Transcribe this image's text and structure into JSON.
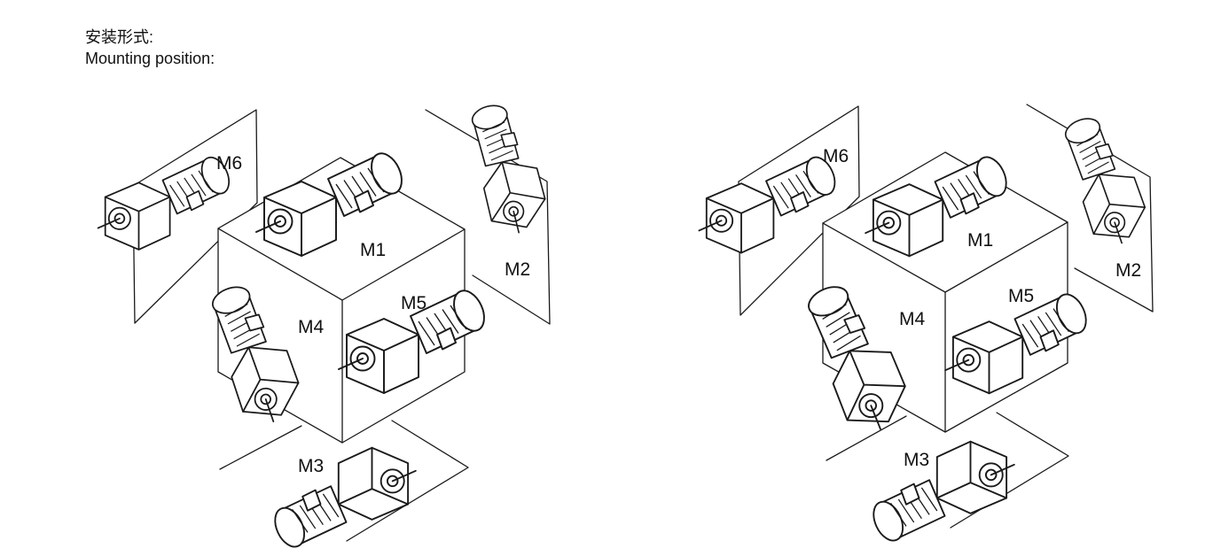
{
  "heading": {
    "cn": "安装形式:",
    "en": "Mounting position:"
  },
  "diagrams": [
    {
      "labels": {
        "M1": "M1",
        "M2": "M2",
        "M3": "M3",
        "M4": "M4",
        "M5": "M5",
        "M6": "M6"
      }
    },
    {
      "labels": {
        "M1": "M1",
        "M2": "M2",
        "M3": "M3",
        "M4": "M4",
        "M5": "M5",
        "M6": "M6"
      }
    }
  ]
}
